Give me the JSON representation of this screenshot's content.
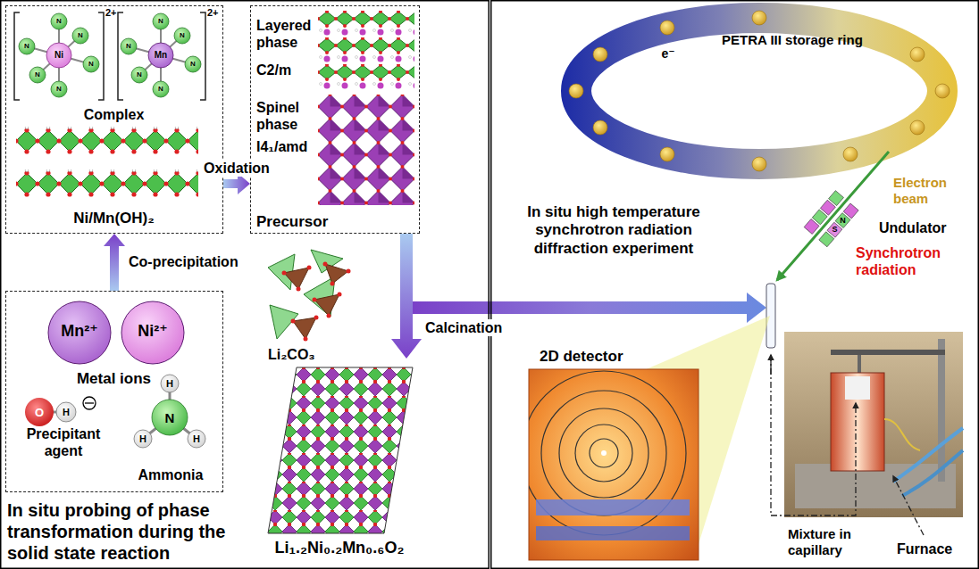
{
  "diagram": {
    "nodes": [
      {
        "text": [
          "In situ probing of phase transformation during the solid state reaction"
        ]
      },
      {
        "text": [
          "Complex",
          "Ni/Mn(OH)₂"
        ],
        "in": 0
      },
      {
        "text": [
          "Layered phase",
          "C2/m",
          "Spinel phase",
          "I4₁/amd",
          "Precursor"
        ],
        "in": 0
      },
      {
        "text": [
          "Metal ions",
          "Precipitant agent",
          "Ammonia"
        ],
        "in": 0
      },
      {
        "text": [
          "Mn²⁺"
        ],
        "in": 3
      },
      {
        "text": [
          "Ni²⁺"
        ],
        "in": 3
      }
    ],
    "edges": [
      {
        "from": 3,
        "to": 1,
        "label": "Co-precipitation",
        "arrow": "to"
      },
      {
        "from": 1,
        "to": 2,
        "label": "Oxidation",
        "arrow": "to"
      }
    ],
    "labels": [
      "2+",
      "Ni",
      "2+",
      "Mn",
      "N",
      "N",
      "N",
      "N",
      "N",
      "N",
      "N",
      "N",
      "N",
      "N",
      "N",
      "N",
      "O",
      "H",
      "N",
      "H",
      "H",
      "H",
      "Li₂CO₃",
      "Calcination",
      "Li₁.₂Ni₀.₂Mn₀.₆O₂",
      "PETRA III storage ring",
      "e⁻",
      "Electron beam",
      "Undulator",
      "N",
      "S",
      "Synchrotron radiation",
      "In situ high temperature synchrotron radiation diffraction experiment",
      "2D detector",
      "Mixture in capillary",
      "Furnace"
    ]
  }
}
